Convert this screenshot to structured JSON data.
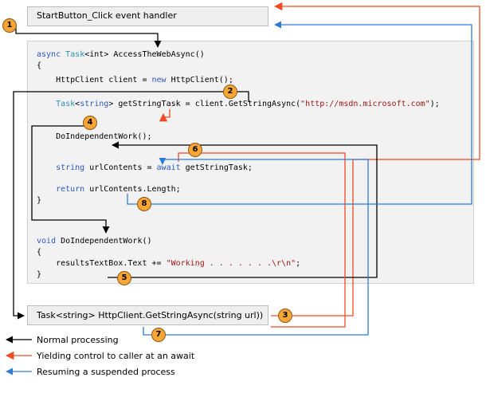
{
  "handler_box": {
    "label": "StartButton_Click event handler"
  },
  "getstring_box": {
    "label": "Task<string> HttpClient.GetStringAsync(string url))"
  },
  "code": {
    "l1": {
      "kw": "async",
      "ty": "Task",
      "rest": "<int> AccessTheWebAsync()"
    },
    "l2": "{",
    "l3": {
      "pre": "    HttpClient client = ",
      "kw": "new",
      "post": " HttpClient();"
    },
    "l4": {
      "ty": "    Task",
      "mid": "<",
      "kw": "string",
      "post": "> getStringTask = client.GetStringAsync(",
      "st": "\"http://msdn.microsoft.com\"",
      "end": ");"
    },
    "l5": "    DoIndependentWork();",
    "l6": {
      "kw": "    string",
      "mid": " urlContents = ",
      "kw2": "await",
      "post": " getStringTask;"
    },
    "l7": {
      "kw": "    return",
      "post": " urlContents.Length;"
    },
    "l8": "}",
    "l9": {
      "kw": "void",
      "post": " DoIndependentWork()"
    },
    "l10": "{",
    "l11": {
      "pre": "    resultsTextBox.Text += ",
      "st": "\"Working . . . . . . .\\r\\n\"",
      "end": ";"
    },
    "l12": "}"
  },
  "steps": [
    "1",
    "2",
    "3",
    "4",
    "5",
    "6",
    "7",
    "8"
  ],
  "legend": [
    {
      "text": "Normal processing"
    },
    {
      "text": "Yielding control to caller at an await"
    },
    {
      "text": "Resuming a suspended process"
    }
  ],
  "colors": {
    "normal": "#000000",
    "yield": "#f04a23",
    "resume": "#2d7bd6",
    "badge": "#f7a535"
  }
}
